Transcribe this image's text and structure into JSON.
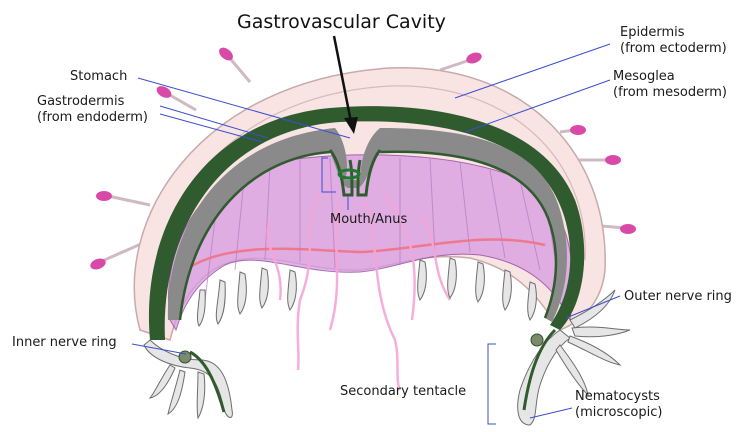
{
  "title": "Gastrovascular Cavity",
  "labels": {
    "epidermis": [
      "Epidermis",
      "(from ectoderm)"
    ],
    "mesoglea": [
      "Mesoglea",
      "(from mesoderm)"
    ],
    "stomach": [
      "Stomach"
    ],
    "gastrodermis": [
      "Gastrodermis",
      "(from endoderm)"
    ],
    "mouth_anus": [
      "Mouth/Anus"
    ],
    "outer_nerve_ring": [
      "Outer nerve ring"
    ],
    "inner_nerve_ring": [
      "Inner nerve ring"
    ],
    "secondary_tentacle": [
      "Secondary tentacle"
    ],
    "nematocysts": [
      "Nematocysts",
      "(microscopic)"
    ]
  },
  "colors": {
    "bell_outer": "#f9e4e4",
    "bell_edge": "#d9b9b9",
    "cavity": "#8a8a8a",
    "gastrodermis": "#2f5b2f",
    "subumbrella": "#d79be0",
    "tentacle_tip": "#d94aa8",
    "gonad": "#f4a6d8",
    "leader": "#3a4fd0"
  }
}
